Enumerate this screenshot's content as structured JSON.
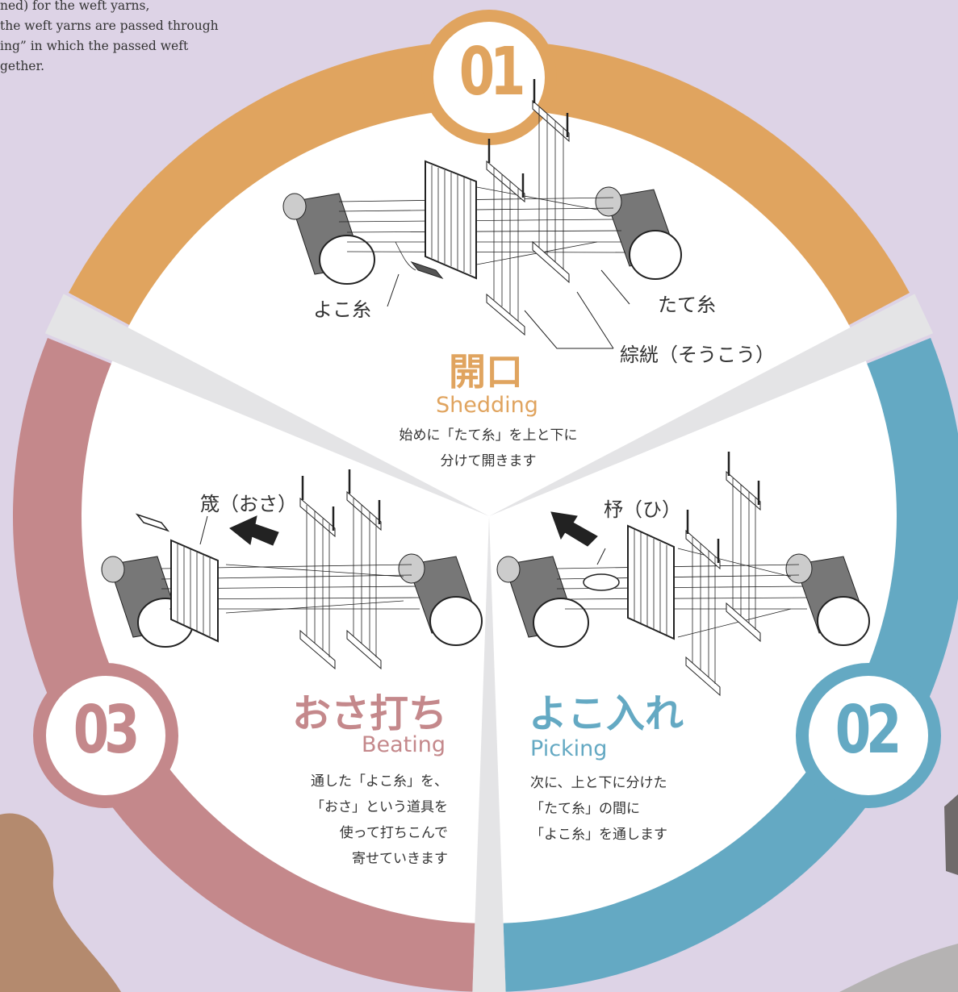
{
  "intro": {
    "lines": [
      "ned) for the weft yarns,",
      " the weft yarns are passed through",
      "ing” in which the passed weft",
      "gether."
    ]
  },
  "colors": {
    "background": "#ddd3e6",
    "shedding": "#e0a45f",
    "picking": "#64a9c3",
    "beating": "#c4888b",
    "separator": "#e4e4e6"
  },
  "steps": [
    {
      "number": "01",
      "title": "開口",
      "subtitle": "Shedding",
      "desc": [
        "始めに「たて糸」を上と下に",
        "分けて開きます"
      ]
    },
    {
      "number": "02",
      "title": "よこ入れ",
      "subtitle": "Picking",
      "desc": [
        "次に、上と下に分けた",
        "「たて糸」の間に",
        "「よこ糸」を通します"
      ]
    },
    {
      "number": "03",
      "title": "おさ打ち",
      "subtitle": "Beating",
      "desc": [
        "通した「よこ糸」を、",
        "「おさ」という道具を",
        "使って打ちこんで",
        "寄せていきます"
      ]
    }
  ],
  "labels": {
    "weft": "よこ糸",
    "warp": "たて糸",
    "heddle": "綜絖（そうこう）",
    "shuttle": "杼（ひ）",
    "reed": "筬（おさ）"
  }
}
